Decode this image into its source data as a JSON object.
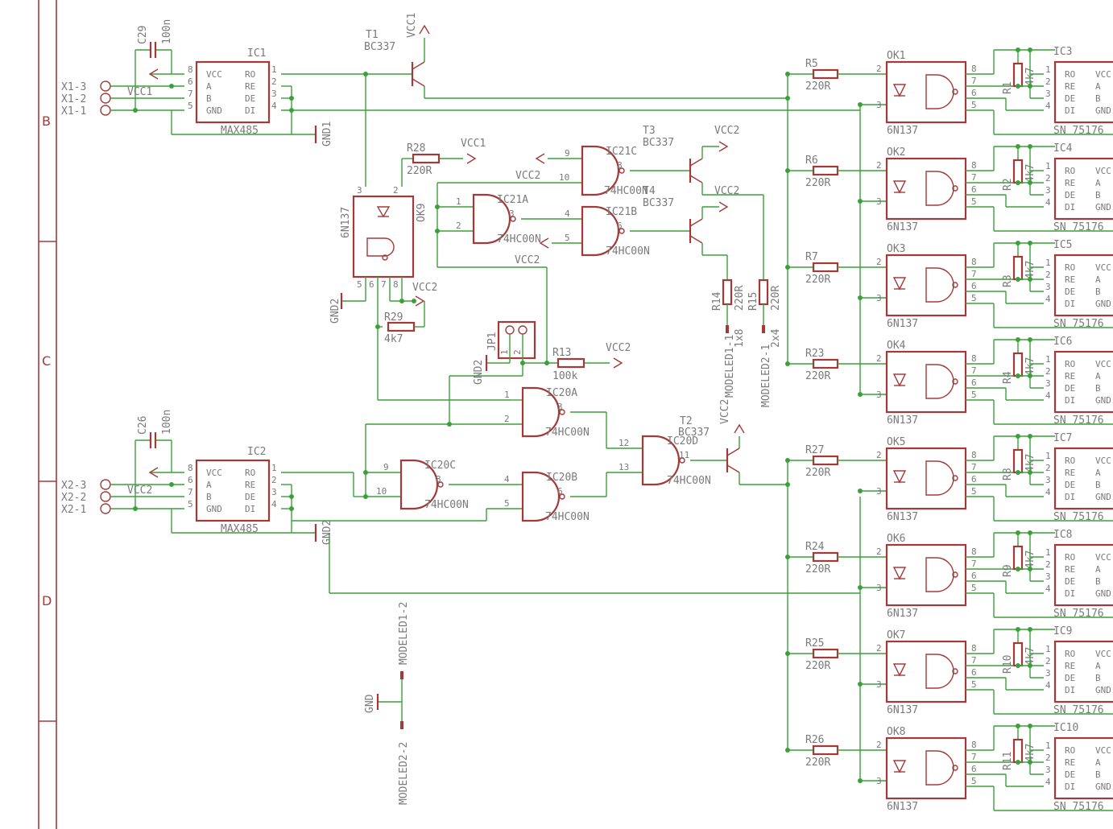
{
  "frame": {
    "zones": [
      "B",
      "C",
      "D"
    ]
  },
  "connectors": [
    {
      "name": "X1-3"
    },
    {
      "name": "X1-2"
    },
    {
      "name": "X1-1"
    },
    {
      "name": "X2-3"
    },
    {
      "name": "X2-2"
    },
    {
      "name": "X2-1"
    }
  ],
  "transceivers": [
    {
      "name": "IC1",
      "value": "MAX485",
      "pins_left": [
        "VCC",
        "A",
        "B",
        "GND"
      ],
      "pins_right": [
        "RO",
        "RE",
        "DE",
        "DI"
      ],
      "nums_left": [
        "8",
        "6",
        "7",
        "5"
      ],
      "nums_right": [
        "1",
        "2",
        "3",
        "4"
      ]
    },
    {
      "name": "IC2",
      "value": "MAX485",
      "pins_left": [
        "VCC",
        "A",
        "B",
        "GND"
      ],
      "pins_right": [
        "RO",
        "RE",
        "DE",
        "DI"
      ],
      "nums_left": [
        "8",
        "6",
        "7",
        "5"
      ],
      "nums_right": [
        "1",
        "2",
        "3",
        "4"
      ]
    }
  ],
  "capacitors": [
    {
      "name": "C29",
      "value": "100n"
    },
    {
      "name": "C26",
      "value": "100n"
    }
  ],
  "transistors": [
    {
      "name": "T1",
      "value": "BC337"
    },
    {
      "name": "T3",
      "value": "BC337"
    },
    {
      "name": "T4",
      "value": "BC337"
    },
    {
      "name": "T2",
      "value": "BC337"
    }
  ],
  "gates": [
    {
      "name": "IC21C",
      "value": "74HC00N",
      "in": [
        "9",
        "10"
      ],
      "out": "8"
    },
    {
      "name": "IC21A",
      "value": "74HC00N",
      "in": [
        "1",
        "2"
      ],
      "out": "3"
    },
    {
      "name": "IC21B",
      "value": "74HC00N",
      "in": [
        "4",
        "5"
      ],
      "out": "6"
    },
    {
      "name": "IC20A",
      "value": "74HC00N",
      "in": [
        "1",
        "2"
      ],
      "out": "3"
    },
    {
      "name": "IC20C",
      "value": "74HC00N",
      "in": [
        "9",
        "10"
      ],
      "out": "8"
    },
    {
      "name": "IC20B",
      "value": "74HC00N",
      "in": [
        "4",
        "5"
      ],
      "out": "6"
    },
    {
      "name": "IC20D",
      "value": "74HC00N",
      "in": [
        "12",
        "13"
      ],
      "out": "11"
    }
  ],
  "resistors": [
    {
      "name": "R28",
      "value": "220R"
    },
    {
      "name": "R29",
      "value": "4k7"
    },
    {
      "name": "R13",
      "value": "100k"
    },
    {
      "name": "R14",
      "value": "220R"
    },
    {
      "name": "R15",
      "value": "220R"
    }
  ],
  "opto_main": {
    "name": "OK9",
    "value": "6N137",
    "pins": [
      "3",
      "2",
      "5",
      "6",
      "7",
      "8"
    ]
  },
  "jumper": {
    "name": "JP1",
    "pins": [
      "1",
      "2"
    ]
  },
  "supplies": {
    "vcc1": "VCC1",
    "vcc2": "VCC2",
    "gnd1": "GND1",
    "gnd2": "GND2",
    "gnd": "GND"
  },
  "testpoints": [
    {
      "name": "MODELED1-1",
      "value": "1x8"
    },
    {
      "name": "MODELED2-1",
      "value": "2x4"
    },
    {
      "name": "MODELED1-2"
    },
    {
      "name": "MODELED2-2"
    }
  ],
  "channels": [
    {
      "ok": "OK1",
      "res": "R5",
      "res_value": "220R",
      "pull": "R1",
      "pull_value": "4k7",
      "ic": "IC3"
    },
    {
      "ok": "OK2",
      "res": "R6",
      "res_value": "220R",
      "pull": "R2",
      "pull_value": "4k7",
      "ic": "IC4"
    },
    {
      "ok": "OK3",
      "res": "R7",
      "res_value": "220R",
      "pull": "R3",
      "pull_value": "4k7",
      "ic": "IC5"
    },
    {
      "ok": "OK4",
      "res": "R23",
      "res_value": "220R",
      "pull": "R4",
      "pull_value": "4k7",
      "ic": "IC6"
    },
    {
      "ok": "OK5",
      "res": "R27",
      "res_value": "220R",
      "pull": "R8",
      "pull_value": "4k7",
      "ic": "IC7"
    },
    {
      "ok": "OK6",
      "res": "R24",
      "res_value": "220R",
      "pull": "R9",
      "pull_value": "4k7",
      "ic": "IC8"
    },
    {
      "ok": "OK7",
      "res": "R25",
      "res_value": "220R",
      "pull": "R10",
      "pull_value": "4k7",
      "ic": "IC9"
    },
    {
      "ok": "OK8",
      "res": "R26",
      "res_value": "220R",
      "pull": "R11",
      "pull_value": "4k7",
      "ic": "IC10"
    }
  ],
  "channel_common": {
    "ok_value": "6N137",
    "ok_pins": [
      "2",
      "3",
      "8",
      "7",
      "6",
      "5"
    ],
    "ic_value": "SN 75176",
    "ic_pins_left": [
      "RO",
      "RE",
      "DE",
      "DI"
    ],
    "ic_pins_right": [
      "VCC",
      "A",
      "B",
      "GND"
    ],
    "ic_nums": [
      "1",
      "2",
      "3",
      "4"
    ]
  }
}
